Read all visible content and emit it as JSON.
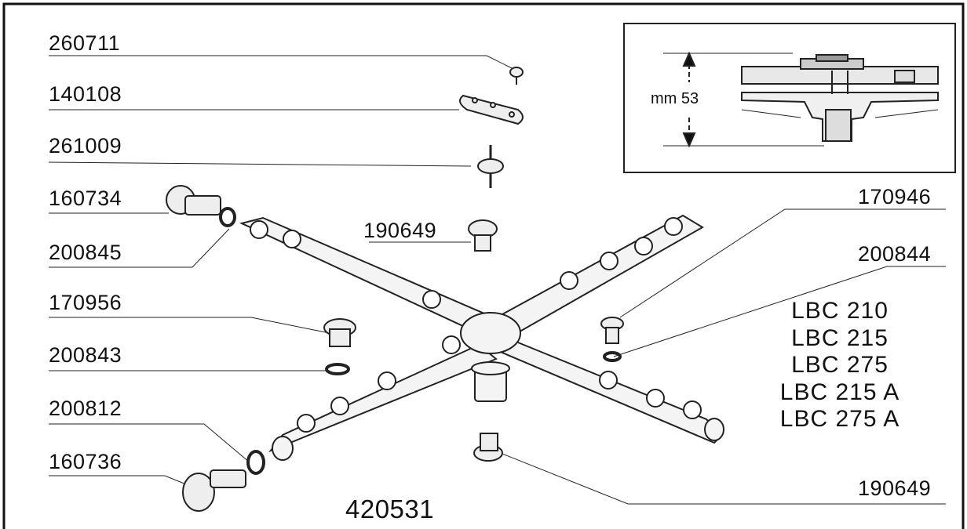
{
  "part_labels": {
    "p260711": "260711",
    "p140108": "140108",
    "p261009": "261009",
    "p160734": "160734",
    "p200845": "200845",
    "p190649_top": "190649",
    "p170956": "170956",
    "p200843": "200843",
    "p200812": "200812",
    "p160736": "160736",
    "p170946": "170946",
    "p200844": "200844",
    "p190649_bottom": "190649",
    "p420531": "420531"
  },
  "models": [
    "LBC 210",
    "LBC 215",
    "LBC 275",
    "LBC 215 A",
    "LBC 275 A"
  ],
  "inset": {
    "dimension": "mm 53"
  }
}
